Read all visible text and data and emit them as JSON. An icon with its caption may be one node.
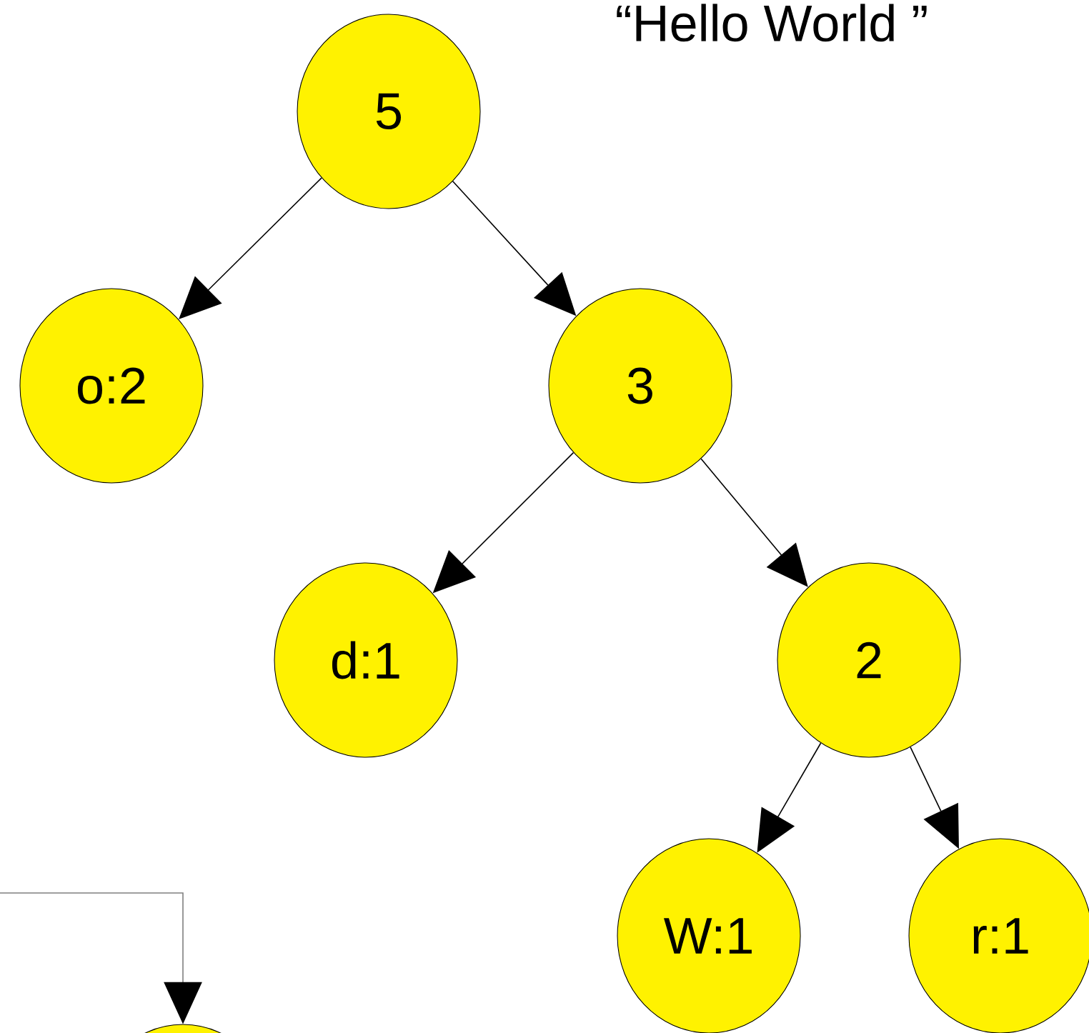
{
  "diagram": {
    "title": "“Hello World ”",
    "nodes": [
      {
        "text": [
          "5"
        ]
      },
      {
        "text": [
          "o:2"
        ]
      },
      {
        "text": [
          "3"
        ]
      },
      {
        "text": [
          "d:1"
        ]
      },
      {
        "text": [
          "2"
        ]
      },
      {
        "text": [
          "W:1"
        ]
      },
      {
        "text": [
          "r:1"
        ]
      },
      {
        "text": [],
        "shape": "circle"
      }
    ],
    "edges": [
      {
        "from": 0,
        "to": 1,
        "arrow": "to"
      },
      {
        "from": 0,
        "to": 2,
        "arrow": "to"
      },
      {
        "from": 2,
        "to": 3,
        "arrow": "to"
      },
      {
        "from": 2,
        "to": 4,
        "arrow": "to"
      },
      {
        "from": 4,
        "to": 5,
        "arrow": "to"
      },
      {
        "from": 4,
        "to": 6,
        "arrow": "to"
      },
      {
        "from": null,
        "to": 7,
        "arrow": "to",
        "color": "#808080"
      }
    ]
  }
}
